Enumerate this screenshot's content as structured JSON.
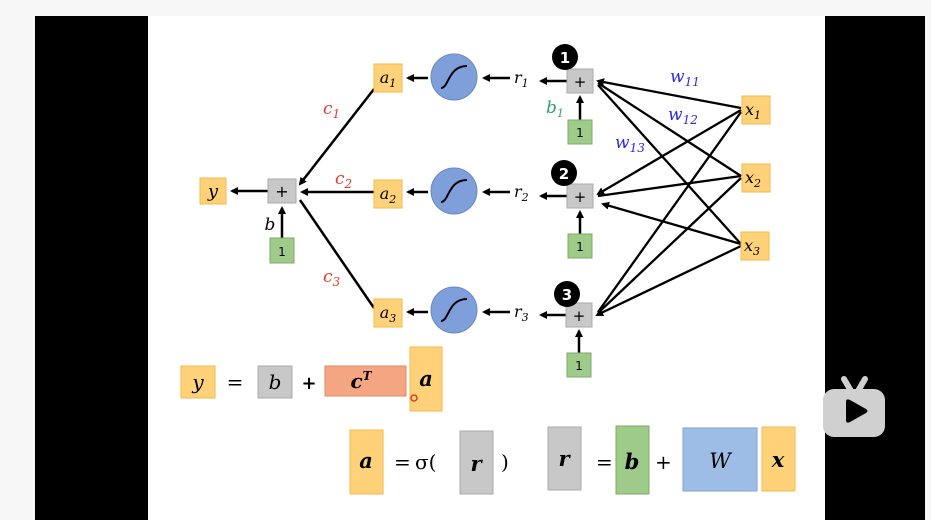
{
  "player": {
    "play_button_icon": "bilibili-tv-play-icon"
  },
  "slide": {
    "output_node": {
      "label": "y"
    },
    "output_sum": {
      "label": "+",
      "bias_label": "b",
      "bias_input": "1"
    },
    "output_weights": [
      "c1",
      "c2",
      "c3"
    ],
    "activations": [
      {
        "label": "a",
        "sub": "1"
      },
      {
        "label": "a",
        "sub": "2"
      },
      {
        "label": "a",
        "sub": "3"
      }
    ],
    "sigmoid_icon": "sigmoid-icon",
    "pre_activations": [
      {
        "label": "r",
        "sub": "1"
      },
      {
        "label": "r",
        "sub": "2"
      },
      {
        "label": "r",
        "sub": "3"
      }
    ],
    "neurons": [
      {
        "badge": "1",
        "sum": "+",
        "bias_input": "1",
        "bias_label": "b",
        "bias_sub": "1"
      },
      {
        "badge": "2",
        "sum": "+",
        "bias_input": "1"
      },
      {
        "badge": "3",
        "sum": "+",
        "bias_input": "1"
      }
    ],
    "c_labels": [
      {
        "label": "c",
        "sub": "1"
      },
      {
        "label": "c",
        "sub": "2"
      },
      {
        "label": "c",
        "sub": "3"
      }
    ],
    "w_labels": [
      {
        "label": "w",
        "sub": "11"
      },
      {
        "label": "w",
        "sub": "12"
      },
      {
        "label": "w",
        "sub": "13"
      }
    ],
    "inputs": [
      {
        "label": "x",
        "sub": "1"
      },
      {
        "label": "x",
        "sub": "2"
      },
      {
        "label": "x",
        "sub": "3"
      }
    ],
    "equation1": {
      "y": "y",
      "eq": "=",
      "b": "b",
      "plus": "+",
      "c": "c",
      "cT": "T",
      "a": "a"
    },
    "equation2": {
      "a": "a",
      "eq": "=",
      "sigma": "σ(",
      "r": "r",
      "close": ")"
    },
    "equation3": {
      "r": "r",
      "eq": "=",
      "b": "b",
      "plus": "+",
      "W": "W",
      "x": "x"
    },
    "colors": {
      "yellow": "#ffd27a",
      "gray": "#c8c8c8",
      "green": "#9fcb8a",
      "blue": "#9dbde6",
      "salmon": "#f4a582",
      "sigmoid": "#7f9fdb",
      "c_label": "#e03a2a",
      "w_label": "#2a2ae0",
      "b_label": "#2aa36a"
    }
  }
}
